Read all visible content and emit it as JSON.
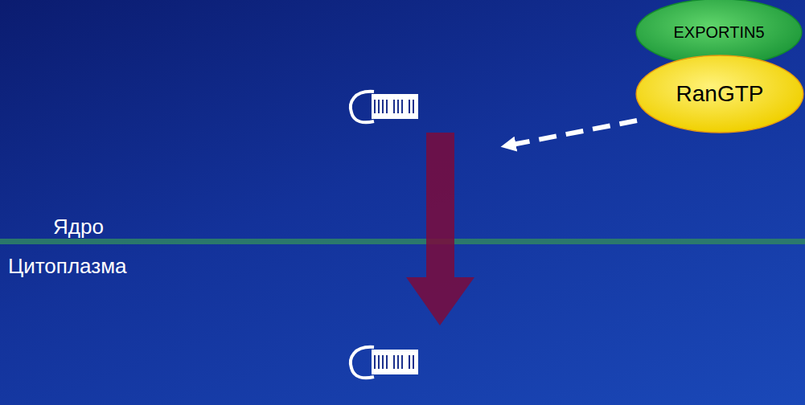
{
  "diagram": {
    "nodes": [
      {
        "text": [
          "EXPORTIN5"
        ]
      },
      {
        "text": [
          "RanGTP"
        ]
      }
    ],
    "labels": [
      "Ядро",
      "Цитоплазма"
    ]
  }
}
